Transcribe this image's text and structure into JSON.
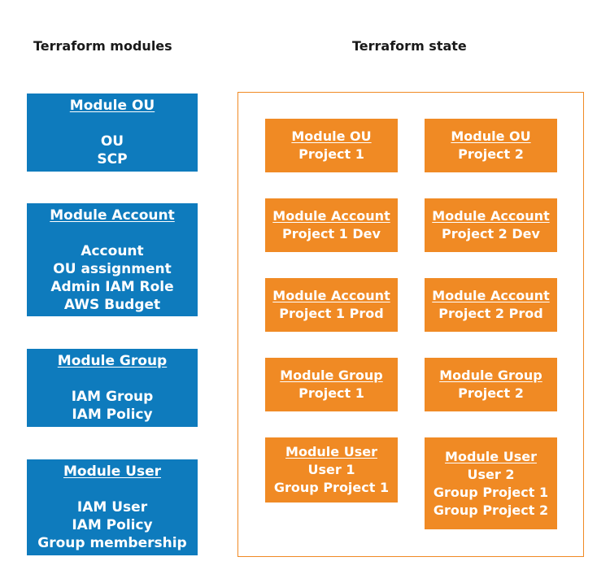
{
  "headings": {
    "modules": "Terraform modules",
    "state": "Terraform state"
  },
  "modules": [
    {
      "title": "Module OU",
      "items": [
        "OU",
        "SCP"
      ]
    },
    {
      "title": "Module Account",
      "items": [
        "Account",
        "OU assignment",
        "Admin IAM Role",
        "AWS Budget"
      ]
    },
    {
      "title": "Module Group",
      "items": [
        "IAM Group",
        "IAM Policy"
      ]
    },
    {
      "title": "Module User",
      "items": [
        "IAM User",
        "IAM Policy",
        "Group membership"
      ]
    }
  ],
  "state": [
    {
      "title": "Module OU",
      "items": [
        "Project 1"
      ]
    },
    {
      "title": "Module OU",
      "items": [
        "Project 2"
      ]
    },
    {
      "title": "Module Account",
      "items": [
        "Project 1 Dev"
      ]
    },
    {
      "title": "Module Account",
      "items": [
        "Project 2 Dev"
      ]
    },
    {
      "title": "Module Account",
      "items": [
        "Project 1 Prod"
      ]
    },
    {
      "title": "Module Account",
      "items": [
        "Project 2 Prod"
      ]
    },
    {
      "title": "Module Group",
      "items": [
        "Project 1"
      ]
    },
    {
      "title": "Module Group",
      "items": [
        "Project 2"
      ]
    },
    {
      "title": "Module User",
      "items": [
        "User 1",
        "Group Project 1"
      ]
    },
    {
      "title": "Module User",
      "items": [
        "User 2",
        "Group Project 1",
        "Group Project 2"
      ]
    }
  ],
  "colors": {
    "module_fill": "#0e7bbd",
    "state_fill": "#f08a24",
    "state_border": "#f08a24",
    "text_on_fill": "#ffffff",
    "heading_text": "#1a1a1a"
  }
}
